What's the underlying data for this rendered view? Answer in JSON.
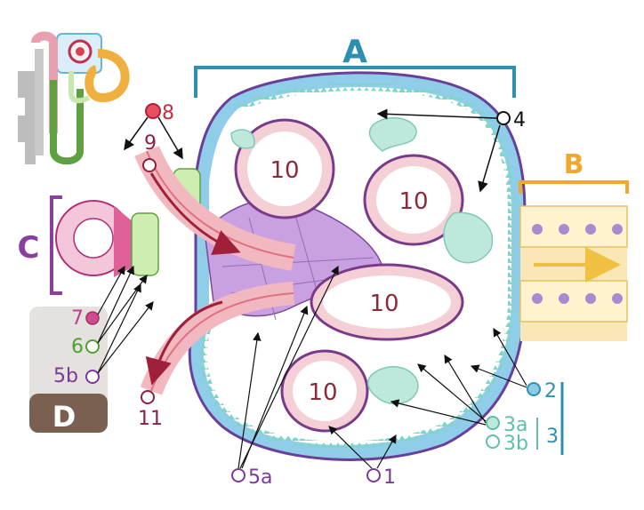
{
  "colors": {
    "teal": "#2f8fb0",
    "orange": "#f0a830",
    "purple": "#8a3fa0",
    "magenta": "#c0408a",
    "green": "#5fbf3a",
    "red": "#d94050",
    "lightblue": "#8ccbe8",
    "mint": "#bfe8dc",
    "lavender": "#d9b8ea",
    "pink": "#f2b8c0",
    "capsuleBlue": "#7ec4e2",
    "dark_red": "#8c2040"
  },
  "labels": {
    "A": "A",
    "B": "B",
    "C": "C",
    "D": "D",
    "n1": "1",
    "n2": "2",
    "n3": "3",
    "n3a": "3a",
    "n3b": "3b",
    "n4": "4",
    "n5a": "5a",
    "n5b": "5b",
    "n6": "6",
    "n7": "7",
    "n8": "8",
    "n9": "9",
    "n11": "11",
    "cap1": "10",
    "cap2": "10",
    "cap3": "10",
    "cap4": "10"
  },
  "icons": [
    "nephron-thumbnail-icon"
  ]
}
